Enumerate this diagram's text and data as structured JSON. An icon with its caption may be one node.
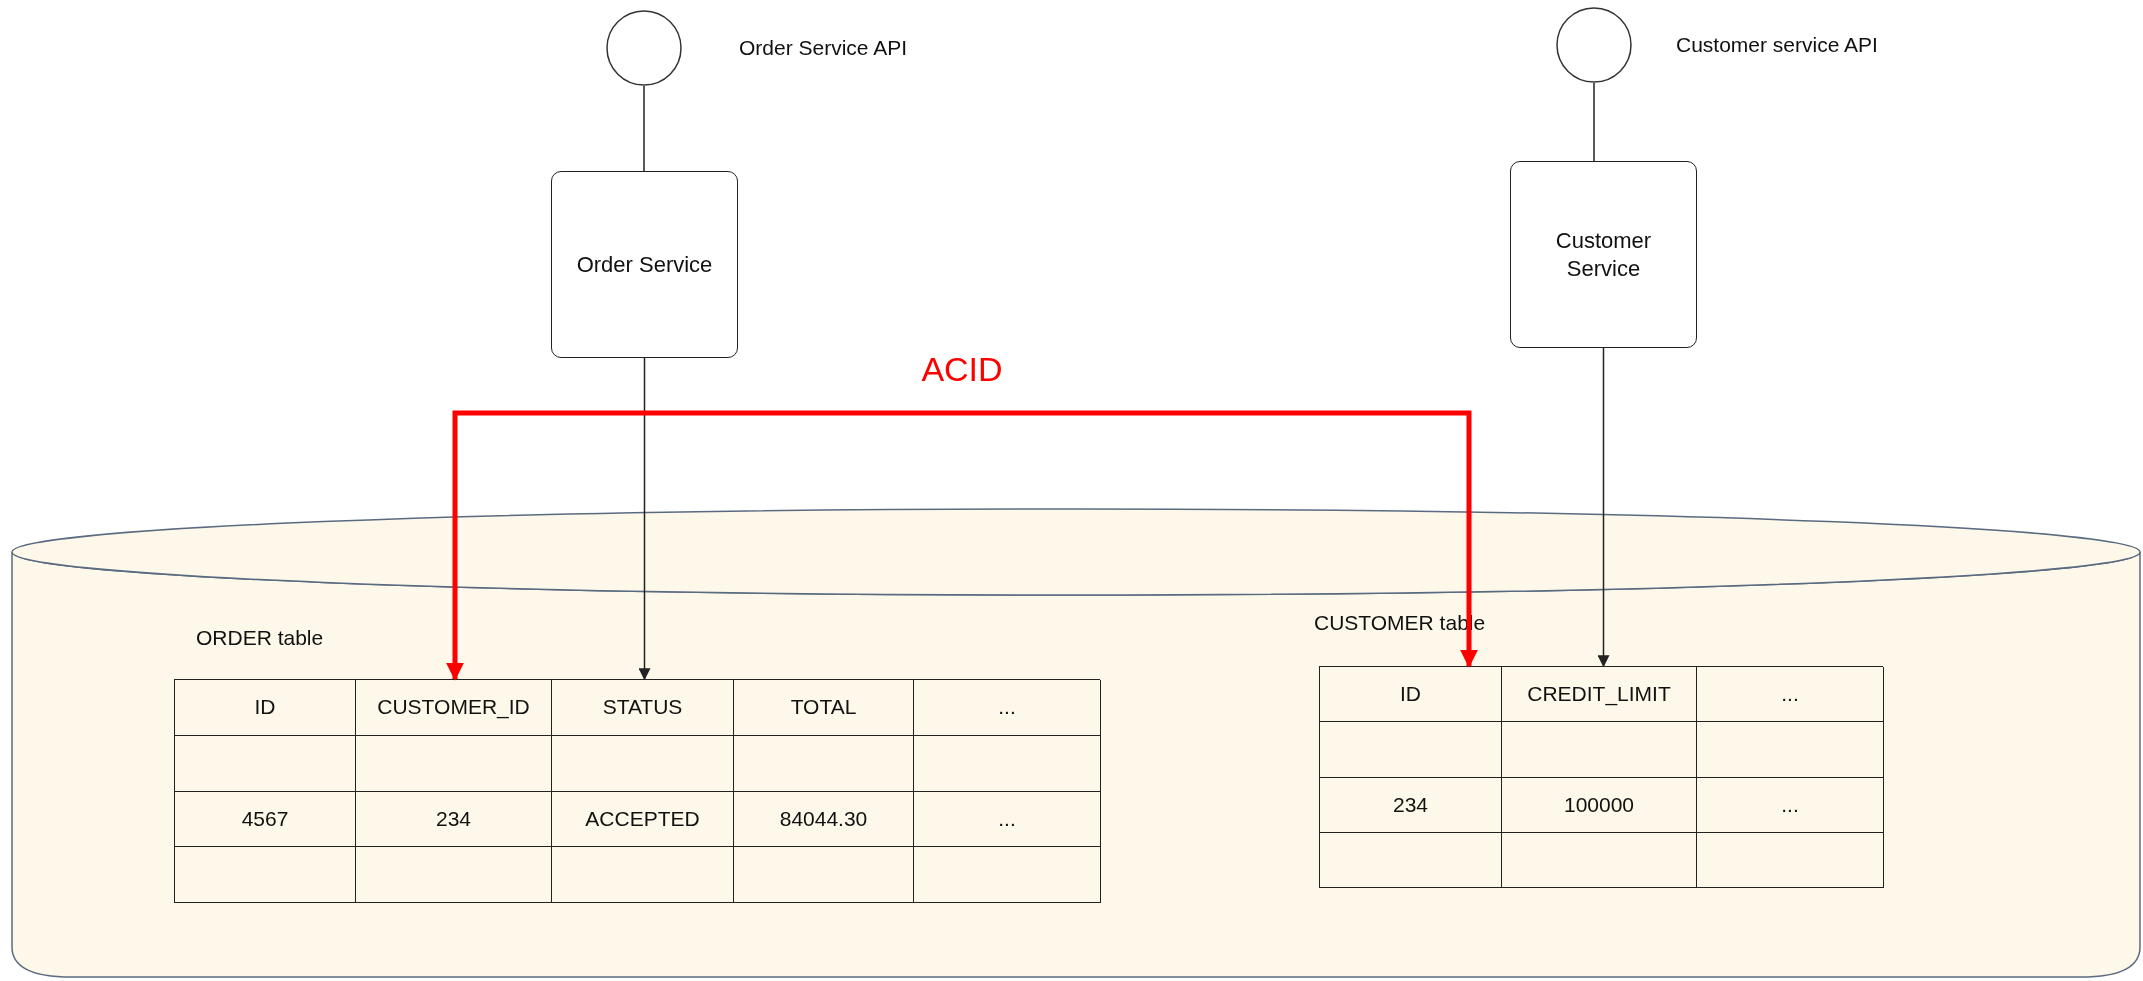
{
  "diagram": {
    "nodes": [
      {
        "text": [],
        "shape": "circle",
        "beside": [
          "Order Service API"
        ]
      },
      {
        "text": [
          "Order Service"
        ]
      },
      {
        "text": [],
        "shape": "circle",
        "beside": [
          "Customer service API"
        ]
      },
      {
        "text": [
          "Customer Service"
        ]
      },
      {
        "text": [],
        "shape": "cylinder"
      },
      {
        "text": [],
        "shape": "table",
        "beside": [
          "ORDER table"
        ],
        "in": 4
      },
      {
        "text": [],
        "shape": "table",
        "beside": [
          "CUSTOMER table"
        ],
        "in": 4
      }
    ],
    "edges": [
      {
        "from": 0,
        "to": 1,
        "arrow": "none"
      },
      {
        "from": 1,
        "to": 5,
        "arrow": "to"
      },
      {
        "from": 2,
        "to": 3,
        "arrow": "none"
      },
      {
        "from": 3,
        "to": 6,
        "arrow": "to"
      },
      {
        "from": 5,
        "to": 6,
        "arrow": "both",
        "label": "ACID",
        "style": "thick",
        "color": "#ff0000"
      }
    ],
    "labels": [
      "ID",
      "CUSTOMER_ID",
      "STATUS",
      "TOTAL",
      "...",
      "4567",
      "234",
      "ACCEPTED",
      "84044.30",
      "...",
      "ID",
      "CREDIT_LIMIT",
      "...",
      "234",
      "100000",
      "..."
    ]
  }
}
